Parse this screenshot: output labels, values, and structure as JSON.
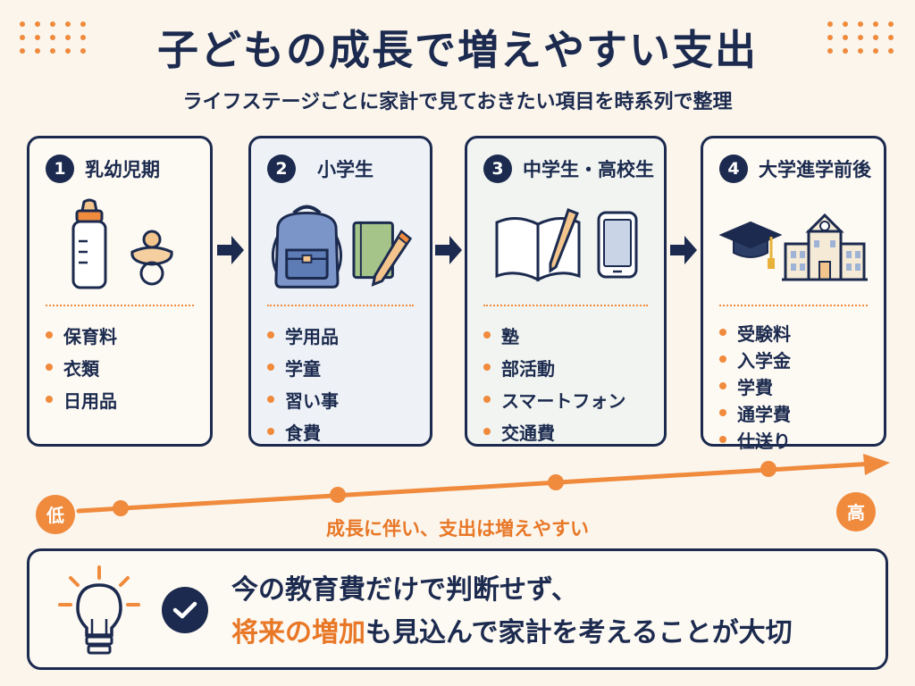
{
  "title": "子どもの成長で増えやすい支出",
  "subtitle": "ライフステージごとに家計で見ておきたい項目を時系列で整理",
  "stages": [
    {
      "number": "1",
      "name": "乳幼児期",
      "items": [
        "保育料",
        "衣類",
        "日用品"
      ],
      "icons": [
        "baby-bottle-icon",
        "pacifier-icon"
      ]
    },
    {
      "number": "2",
      "name": "小学生",
      "items": [
        "学用品",
        "学童",
        "習い事",
        "食費"
      ],
      "icons": [
        "backpack-icon",
        "notebook-pencil-icon"
      ]
    },
    {
      "number": "3",
      "name": "中学生・高校生",
      "items": [
        "塾",
        "部活動",
        "スマートフォン",
        "交通費"
      ],
      "icons": [
        "open-book-icon",
        "smartphone-icon"
      ]
    },
    {
      "number": "4",
      "name": "大学進学前後",
      "items": [
        "受験料",
        "入学金",
        "学費",
        "通学費",
        "仕送り"
      ],
      "icons": [
        "graduation-cap-icon",
        "school-building-icon"
      ]
    }
  ],
  "timeline": {
    "low_label": "低",
    "high_label": "高",
    "caption": "成長に伴い、支出は増えやすい"
  },
  "message": {
    "line1": "今の教育費だけで判断せず、",
    "line2_highlight": "将来の増加",
    "line2_rest": "も見込んで家計を考えることが大切"
  },
  "colors": {
    "navy": "#1b2a4e",
    "orange": "#f08a3c",
    "background": "#fbf5ec"
  }
}
